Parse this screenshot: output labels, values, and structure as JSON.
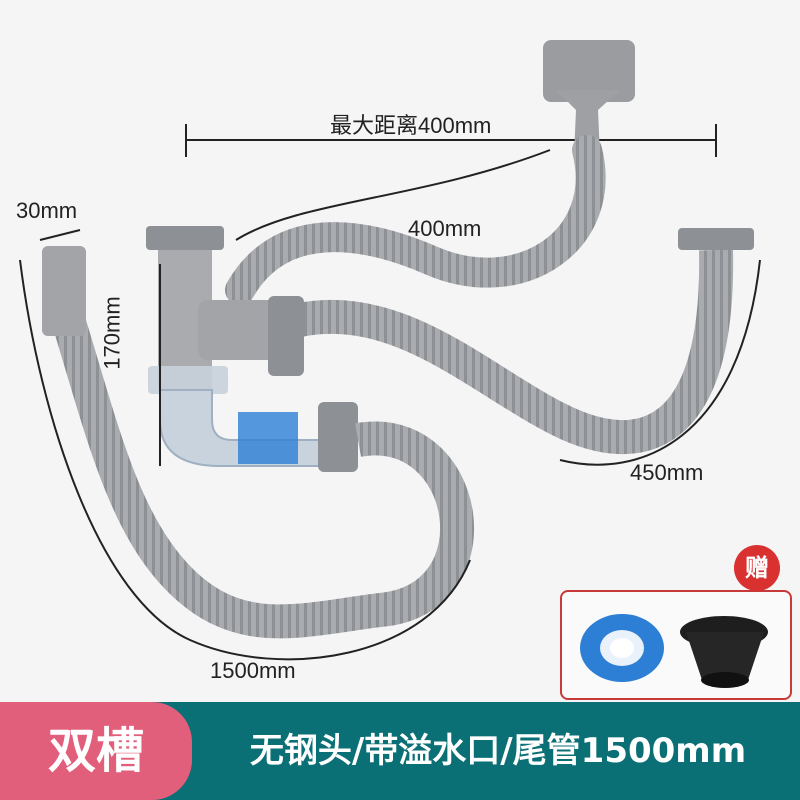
{
  "product": {
    "labels": {
      "max_distance": "最大距离400mm",
      "diameter": "30mm",
      "short_hose": "400mm",
      "height": "170mm",
      "long_hose": "450mm",
      "tail_pipe": "1500mm"
    },
    "gift_badge": "赠",
    "gift_items": [
      "ptfe-tape",
      "rubber-seal"
    ]
  },
  "footer": {
    "type_label": "双槽",
    "spec_label": "无钢头/带溢水口/尾管1500mm"
  },
  "colors": {
    "hose_gray": "#a9abae",
    "bar_teal": "#0b6f76",
    "bar_pink": "#e15f7a",
    "badge_red": "#d93030",
    "tape_blue": "#2d7fd6"
  }
}
